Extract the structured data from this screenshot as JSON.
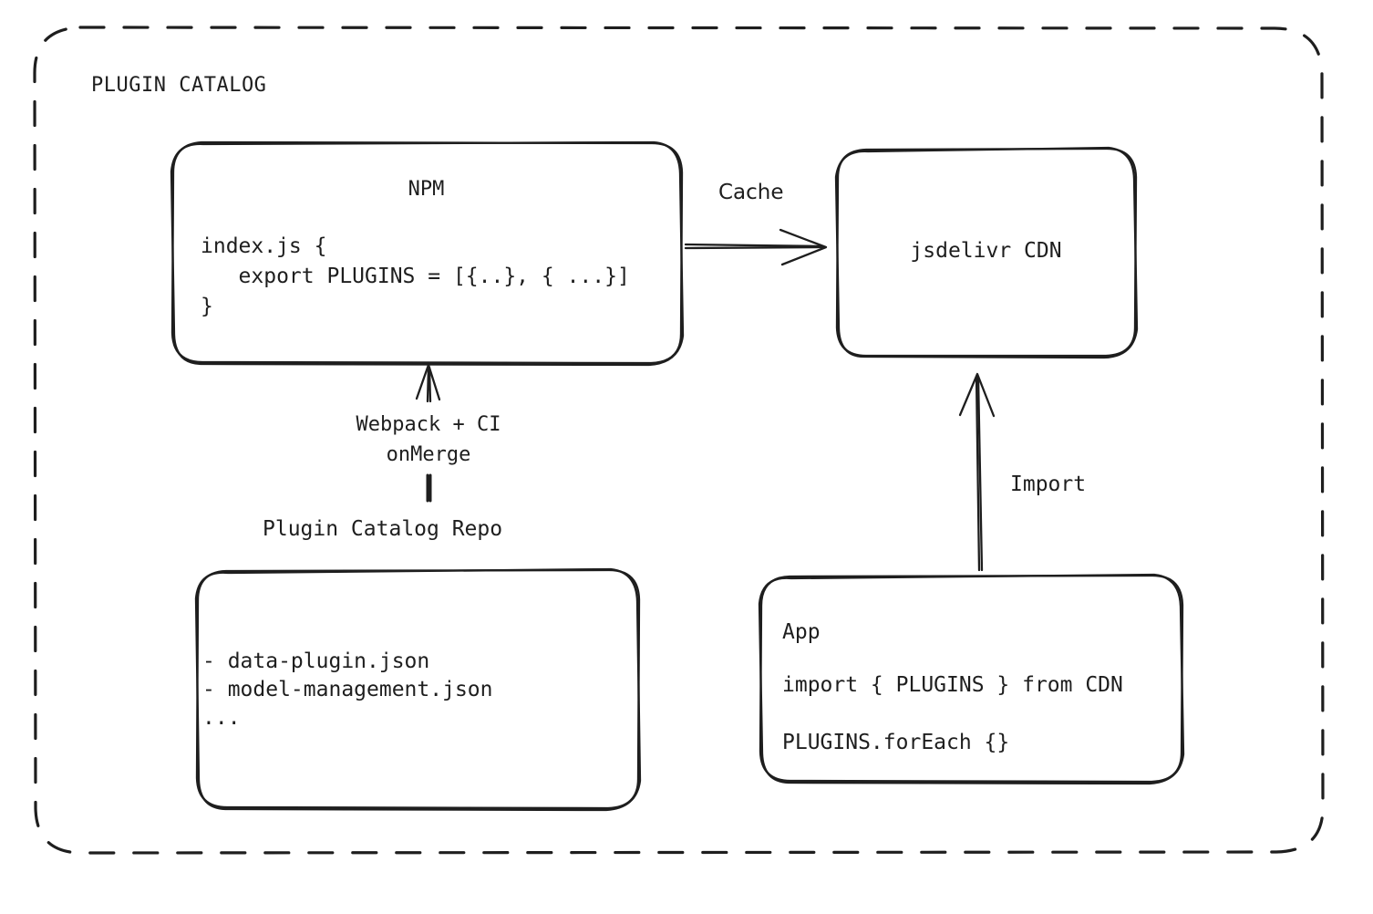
{
  "diagram": {
    "title": "PLUGIN CATALOG",
    "stroke_color": "#1e1e1e",
    "background_color": "#ffffff"
  },
  "nodes": {
    "npm": {
      "title": "NPM",
      "code": "index.js {\n   export PLUGINS = [{..}, { ...}]\n}"
    },
    "cdn": {
      "label": "jsdelivr CDN"
    },
    "repo": {
      "caption": "Plugin Catalog Repo",
      "items": "- data-plugin.json\n- model-management.json\n..."
    },
    "app": {
      "title": "App",
      "line1": "import { PLUGINS } from CDN",
      "line2": "PLUGINS.forEach {}"
    }
  },
  "edges": {
    "cache": {
      "label": "Cache"
    },
    "build": {
      "label": "Webpack + CI\nonMerge"
    },
    "import": {
      "label": "Import"
    }
  }
}
